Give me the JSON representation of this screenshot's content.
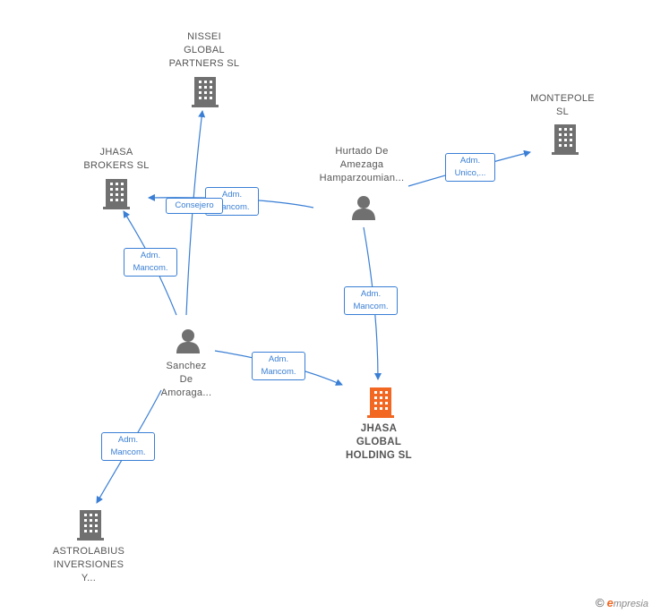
{
  "nodes": {
    "nissei": {
      "label": "NISSEI\nGLOBAL\nPARTNERS SL",
      "type": "company"
    },
    "jhasa_brokers": {
      "label": "JHASA\nBROKERS SL",
      "type": "company"
    },
    "montepole": {
      "label": "MONTEPOLE\nSL",
      "type": "company"
    },
    "hurtado": {
      "label": "Hurtado De\nAmezaga\nHamparzoumian...",
      "type": "person"
    },
    "sanchez": {
      "label": "Sanchez\nDe\nAmoraga...",
      "type": "person"
    },
    "jhasa_global": {
      "label": "JHASA\nGLOBAL\nHOLDING SL",
      "type": "company-main"
    },
    "astrolabius": {
      "label": "ASTROLABIUS\nINVERSIONES\nY...",
      "type": "company"
    }
  },
  "edges": {
    "hurtado_montepole": {
      "label": "Adm.\nUnico,..."
    },
    "hurtado_brokers": {
      "label": "Adm.\nMancom."
    },
    "sanchez_brokers_consejero": {
      "label": "Consejero"
    },
    "sanchez_brokers": {
      "label": "Adm.\nMancom."
    },
    "hurtado_global": {
      "label": "Adm.\nMancom."
    },
    "sanchez_global": {
      "label": "Adm.\nMancom."
    },
    "sanchez_astrolabius": {
      "label": "Adm.\nMancom."
    }
  },
  "colors": {
    "edge": "#3a7fd5",
    "node_icon": "#707070",
    "main_icon": "#f26722"
  },
  "footer": {
    "copyright": "©",
    "brand_e": "e",
    "brand_rest": "mpresia"
  }
}
